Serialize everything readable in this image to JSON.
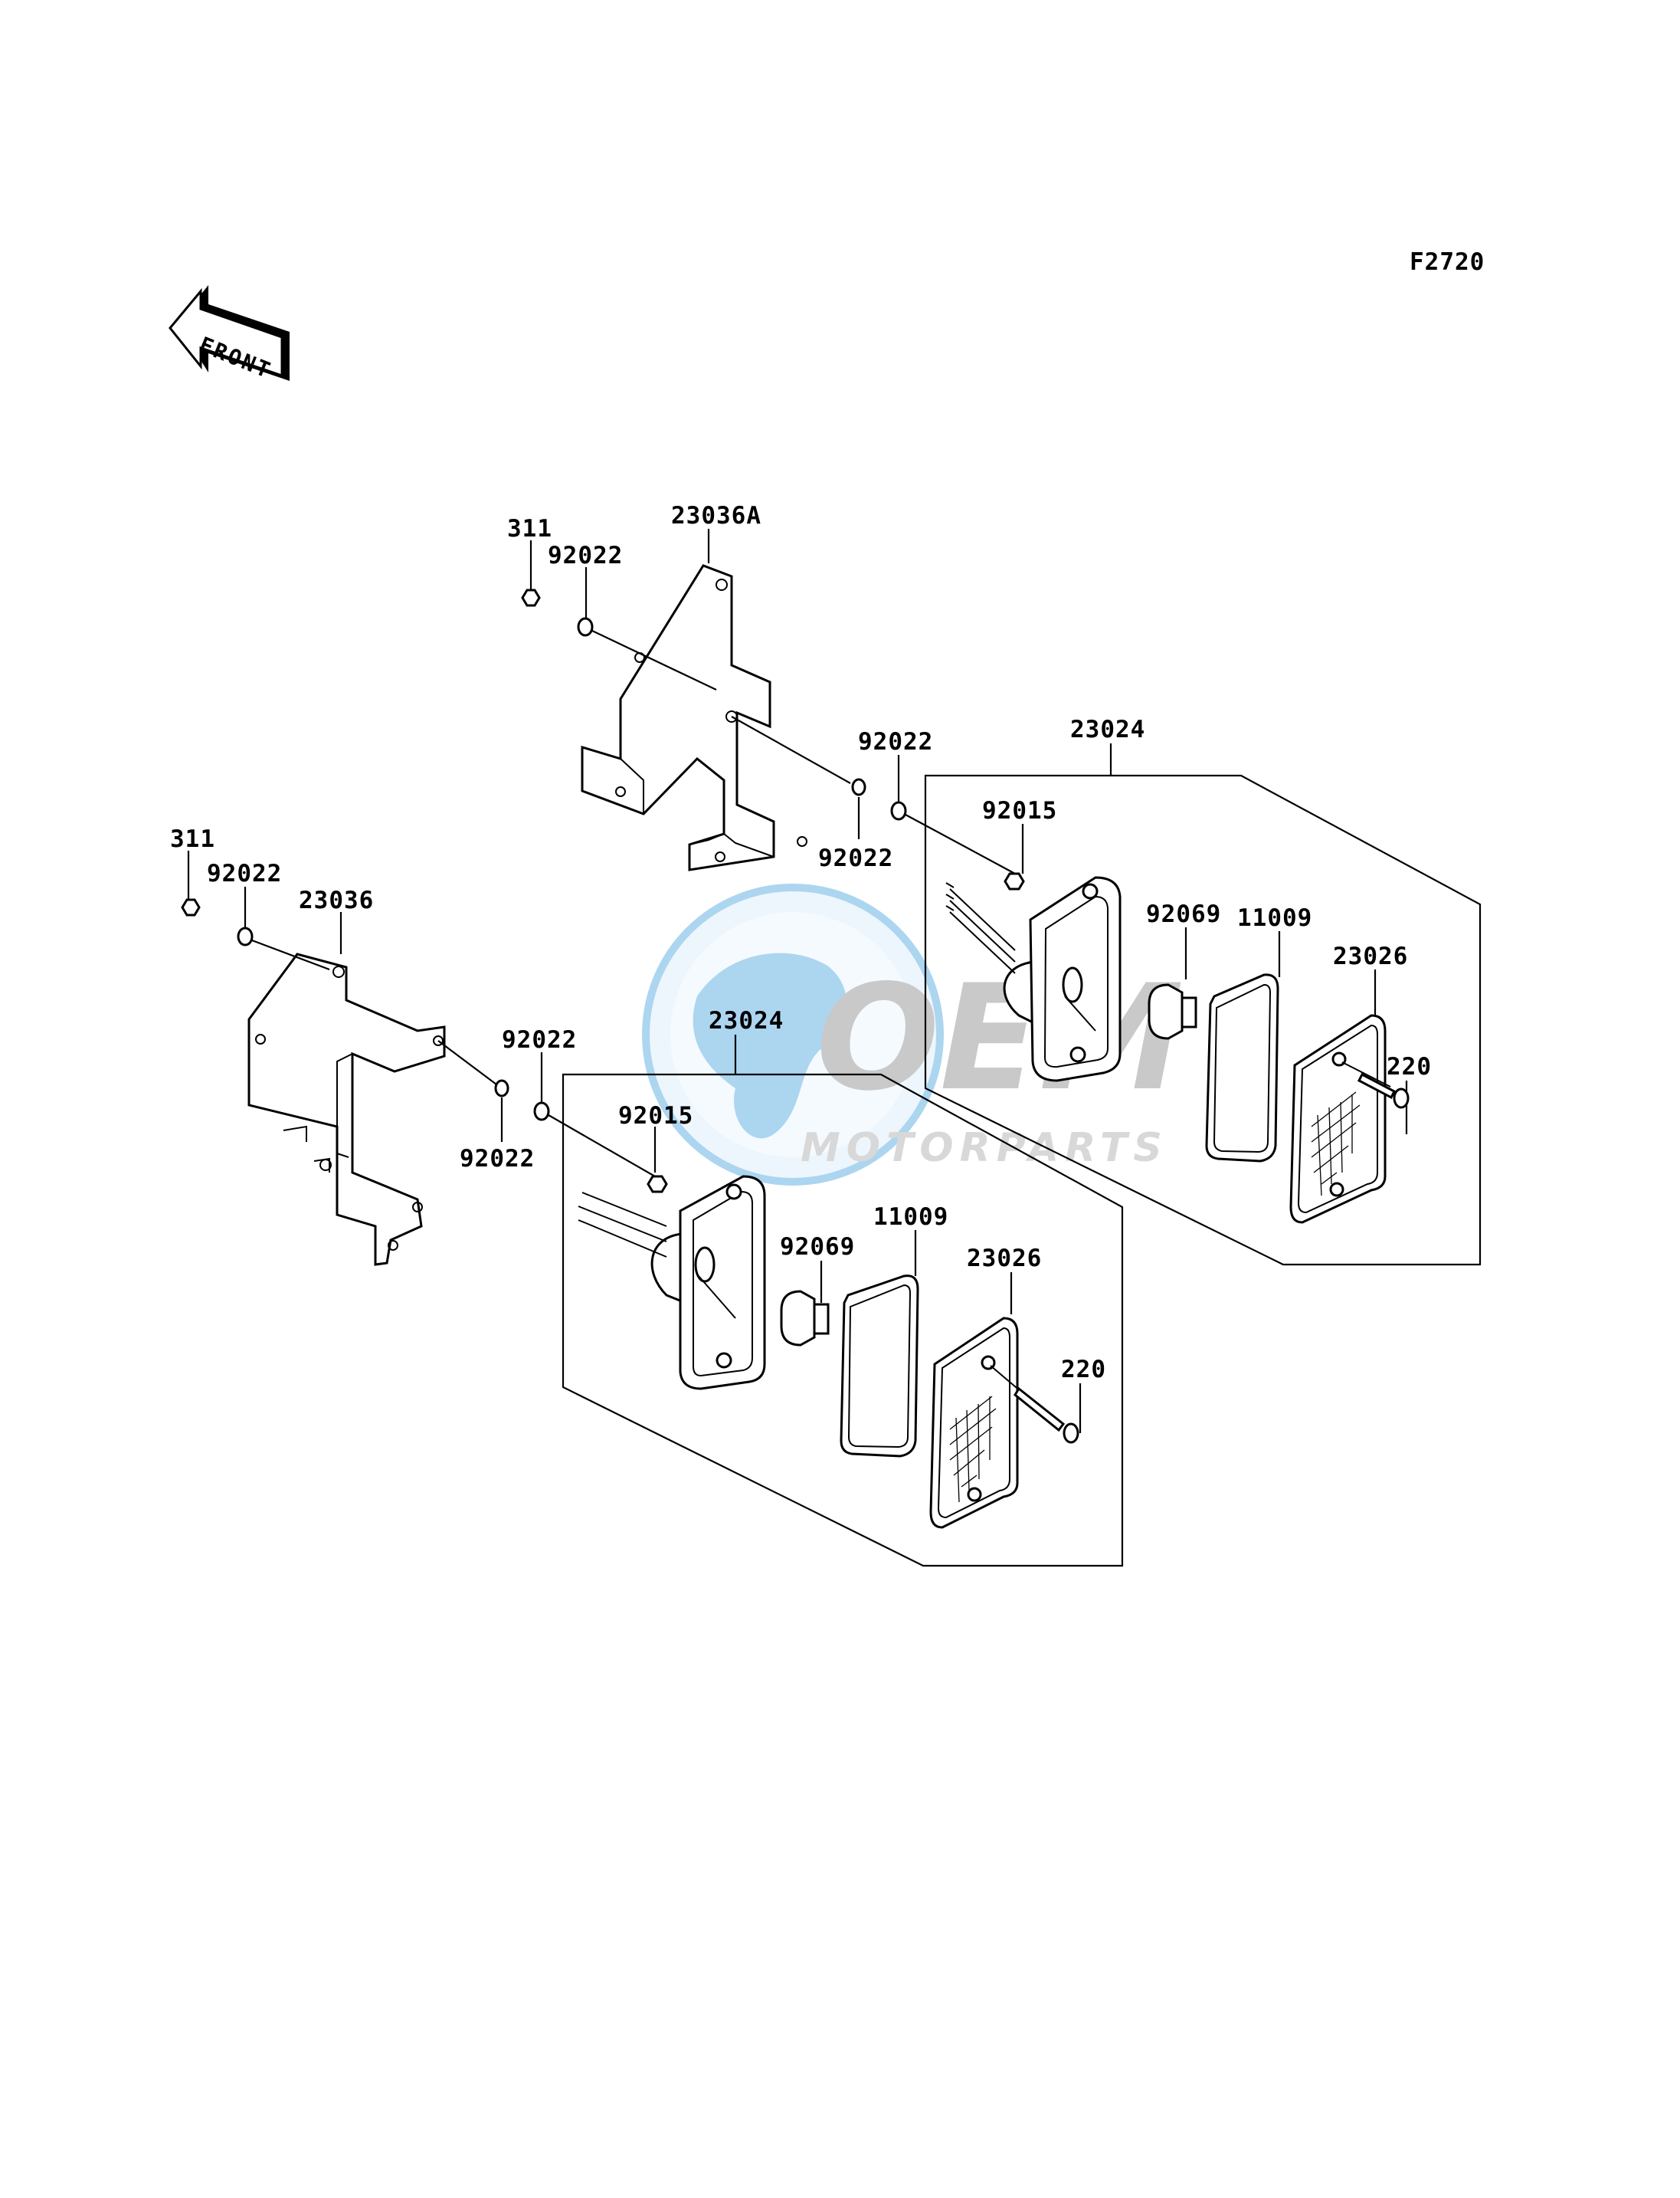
{
  "diagram_code": "F2720",
  "front_arrow_label": "FRONT",
  "watermark": {
    "brand": "OEM",
    "sub": "MOTORPARTS",
    "color": "#4aa3df"
  },
  "labels": {
    "nut_upper": "311",
    "washer_upper_a": "92022",
    "bracket_upper": "23036A",
    "washer_upper_b": "92022",
    "washer_upper_c": "92022",
    "lamp_assy_upper": "23024",
    "nut_lamp_upper": "92015",
    "bulb_upper": "92069",
    "gasket_upper": "11009",
    "lens_upper": "23026",
    "screw_upper": "220",
    "nut_lower": "311",
    "washer_lower_a": "92022",
    "bracket_lower": "23036",
    "washer_lower_b": "92022",
    "washer_lower_c": "92022",
    "lamp_assy_lower": "23024",
    "nut_lamp_lower": "92015",
    "bulb_lower": "92069",
    "gasket_lower": "11009",
    "lens_lower": "23026",
    "screw_lower": "220"
  }
}
